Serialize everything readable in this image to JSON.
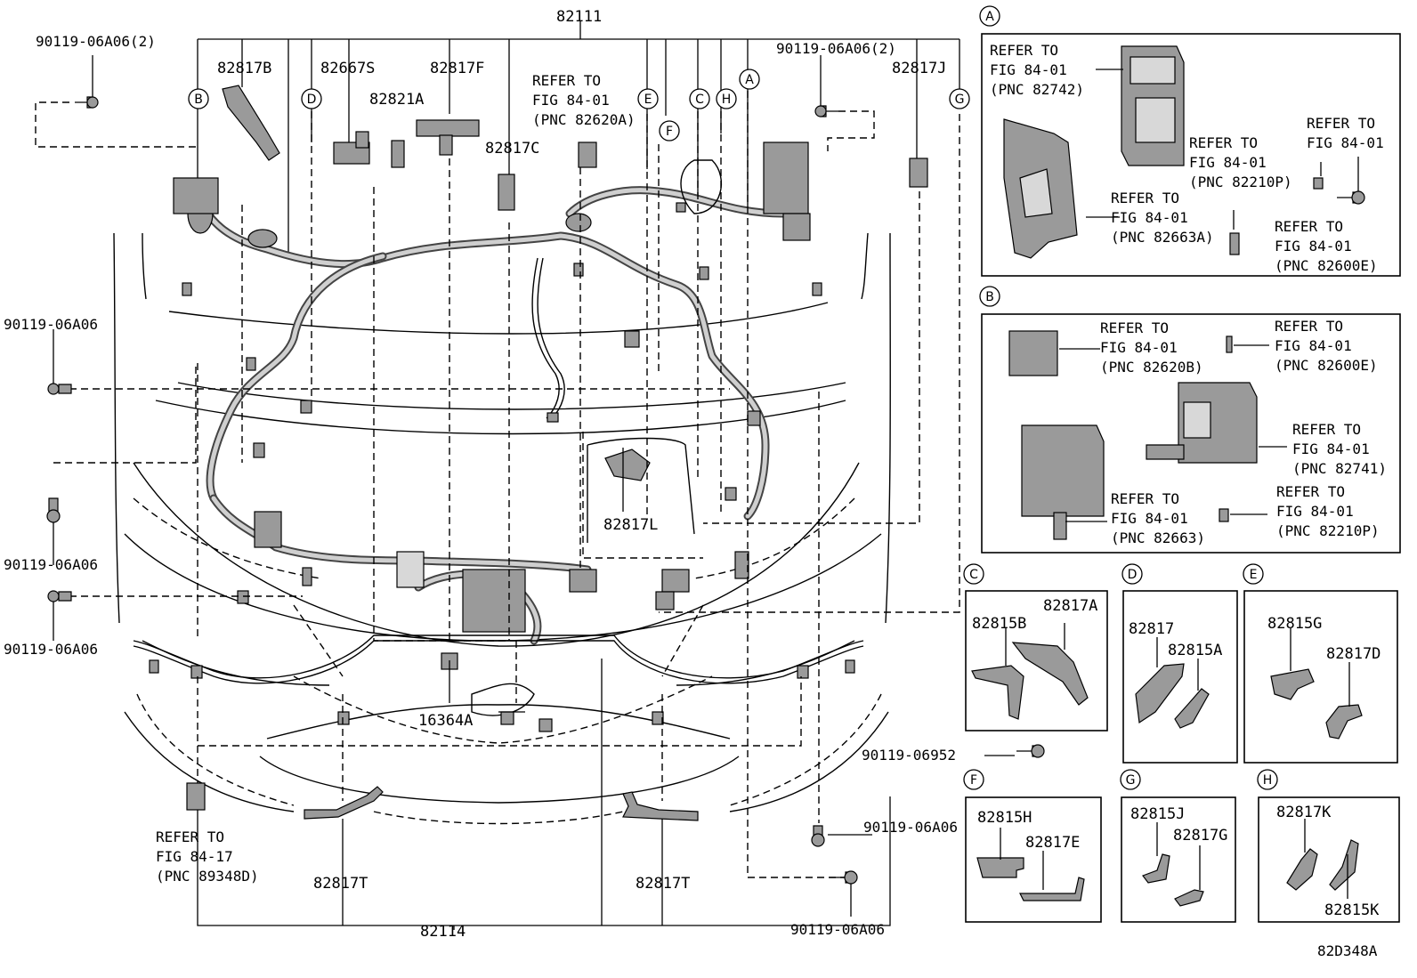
{
  "main": {
    "top_number": "82111",
    "bottom_number": "82114",
    "figure_code": "82D348A",
    "labels": {
      "bolt_tl": "90119-06A06(2)",
      "bolt_tr": "90119-06A06(2)",
      "p82817B": "82817B",
      "p82667S": "82667S",
      "p82817F": "82817F",
      "p82821A": "82821A",
      "p82817C": "82817C",
      "p82817J": "82817J",
      "p82817L": "82817L",
      "p16364A": "16364A",
      "p82817T_l": "82817T",
      "p82817T_r": "82817T",
      "bolt_l1": "90119-06A06",
      "bolt_l2": "90119-06A06",
      "bolt_l3": "90119-06A06",
      "bolt_r1": "90119-06A06",
      "bolt_r2": "90119-06A06",
      "bolt_06952": "90119-06952"
    },
    "refer_main": [
      "REFER TO",
      "FIG 84-01",
      "(PNC 82620A)"
    ],
    "refer_left": [
      "REFER TO",
      "FIG 84-17",
      "(PNC 89348D)"
    ],
    "callouts": [
      "B",
      "D",
      "E",
      "F",
      "C",
      "H",
      "A",
      "G"
    ]
  },
  "panels": {
    "A": {
      "letter": "A",
      "refs": [
        [
          "REFER TO",
          "FIG 84-01",
          "(PNC 82742)"
        ],
        [
          "REFER TO",
          "FIG 84-01",
          "(PNC 82210P)"
        ],
        [
          "REFER TO",
          "FIG 84-01"
        ],
        [
          "REFER TO",
          "FIG 84-01",
          "(PNC 82663A)"
        ],
        [
          "REFER TO",
          "FIG 84-01",
          "(PNC 82600E)"
        ]
      ]
    },
    "B": {
      "letter": "B",
      "refs": [
        [
          "REFER TO",
          "FIG 84-01",
          "(PNC 82620B)"
        ],
        [
          "REFER TO",
          "FIG 84-01",
          "(PNC 82600E)"
        ],
        [
          "REFER TO",
          "FIG 84-01",
          "(PNC 82741)"
        ],
        [
          "REFER TO",
          "FIG 84-01",
          "(PNC 82663)"
        ],
        [
          "REFER TO",
          "FIG 84-01",
          "(PNC 82210P)"
        ]
      ]
    },
    "C": {
      "letter": "C",
      "parts": [
        "82815B",
        "82817A"
      ]
    },
    "D": {
      "letter": "D",
      "parts": [
        "82817",
        "82815A"
      ]
    },
    "E": {
      "letter": "E",
      "parts": [
        "82815G",
        "82817D"
      ]
    },
    "F": {
      "letter": "F",
      "parts": [
        "82815H",
        "82817E"
      ]
    },
    "G": {
      "letter": "G",
      "parts": [
        "82815J",
        "82817G"
      ]
    },
    "H": {
      "letter": "H",
      "parts": [
        "82817K",
        "82815K"
      ]
    }
  }
}
